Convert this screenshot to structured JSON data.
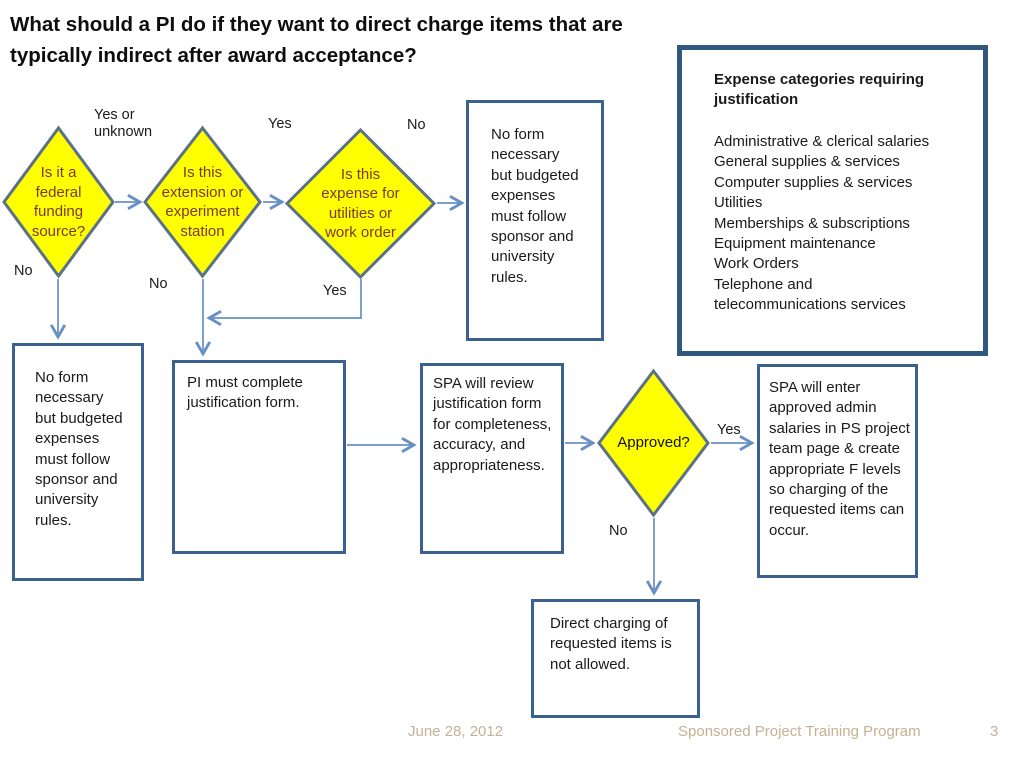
{
  "title": "What should a PI do if they want to direct charge items that are typically indirect after award acceptance?",
  "expense_box": {
    "title": "Expense categories requiring justification",
    "items": [
      "Administrative & clerical salaries",
      "General supplies & services",
      "Computer supplies & services",
      "Utilities",
      "Memberships & subscriptions",
      "Equipment maintenance",
      "Work Orders",
      "Telephone and telecommunications services"
    ]
  },
  "diamonds": {
    "federal": "Is it a federal funding source?",
    "extension": "Is this extension or experiment station",
    "utilities": "Is this expense for utilities or work order",
    "approved": "Approved?"
  },
  "boxes": {
    "no_form_top": "No form necessary but budgeted expenses must follow sponsor and university rules.",
    "no_form_left": "No form necessary but budgeted expenses must follow sponsor and university rules.",
    "pi_form": "PI must complete justification form.",
    "spa_review": "SPA will review justification form for completeness, accuracy, and appropriateness.",
    "spa_enter": "SPA will enter approved admin salaries in PS project team page & create appropriate F levels so charging of the requested items can occur.",
    "not_allowed": "Direct charging of requested items is not allowed."
  },
  "labels": {
    "yes_or_unknown": "Yes or unknown",
    "yes_top": "Yes",
    "no_top": "No",
    "no_d1": "No",
    "no_d2": "No",
    "yes_d3": "Yes",
    "yes_approved": "Yes",
    "no_approved": "No"
  },
  "footer": {
    "date": "June 28, 2012",
    "program": "Sponsored Project Training Program",
    "page": "3"
  },
  "colors": {
    "diamond_fill": "#ffff00",
    "diamond_border": "#5a7187",
    "diamond_text": "#7a382c",
    "box_border": "#3b6191",
    "expense_box_border": "#31587f",
    "connector_line": "#6890c5",
    "footer_text": "#c3b293"
  }
}
